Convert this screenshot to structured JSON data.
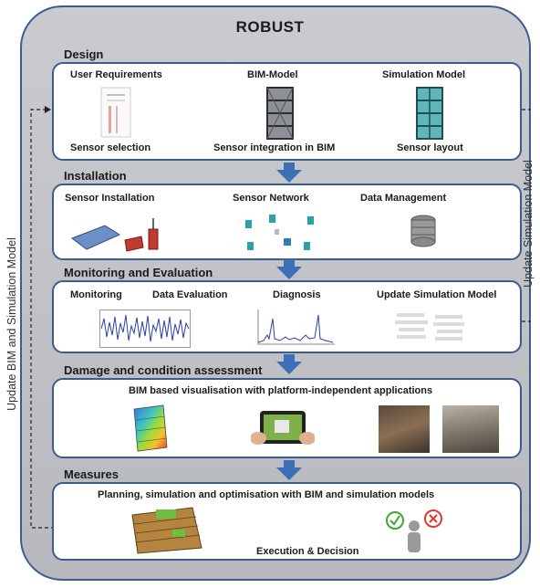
{
  "title": "ROBUST",
  "side_left": "Update BIM and Simulation Model",
  "side_right": "Update Simulation Model",
  "sections": {
    "design": {
      "title": "Design",
      "top_labels": [
        "User Requirements",
        "BIM-Model",
        "Simulation Model"
      ],
      "bottom_labels": [
        "Sensor selection",
        "Sensor integration in BIM",
        "Sensor layout"
      ]
    },
    "installation": {
      "title": "Installation",
      "labels": [
        "Sensor Installation",
        "Sensor Network",
        "Data Management"
      ]
    },
    "monitoring": {
      "title": "Monitoring and Evaluation",
      "labels": [
        "Monitoring",
        "Data Evaluation",
        "Diagnosis",
        "Update Simulation Model"
      ]
    },
    "damage": {
      "title": "Damage and condition assessment",
      "caption": "BIM based visualisation with platform-independent applications"
    },
    "measures": {
      "title": "Measures",
      "caption": "Planning, simulation and optimisation with BIM and simulation models",
      "footer": "Execution & Decision"
    }
  },
  "colors": {
    "accent": "#3a5d8f",
    "arrow": "#3d6fb6",
    "background": "#bfc1c6"
  }
}
